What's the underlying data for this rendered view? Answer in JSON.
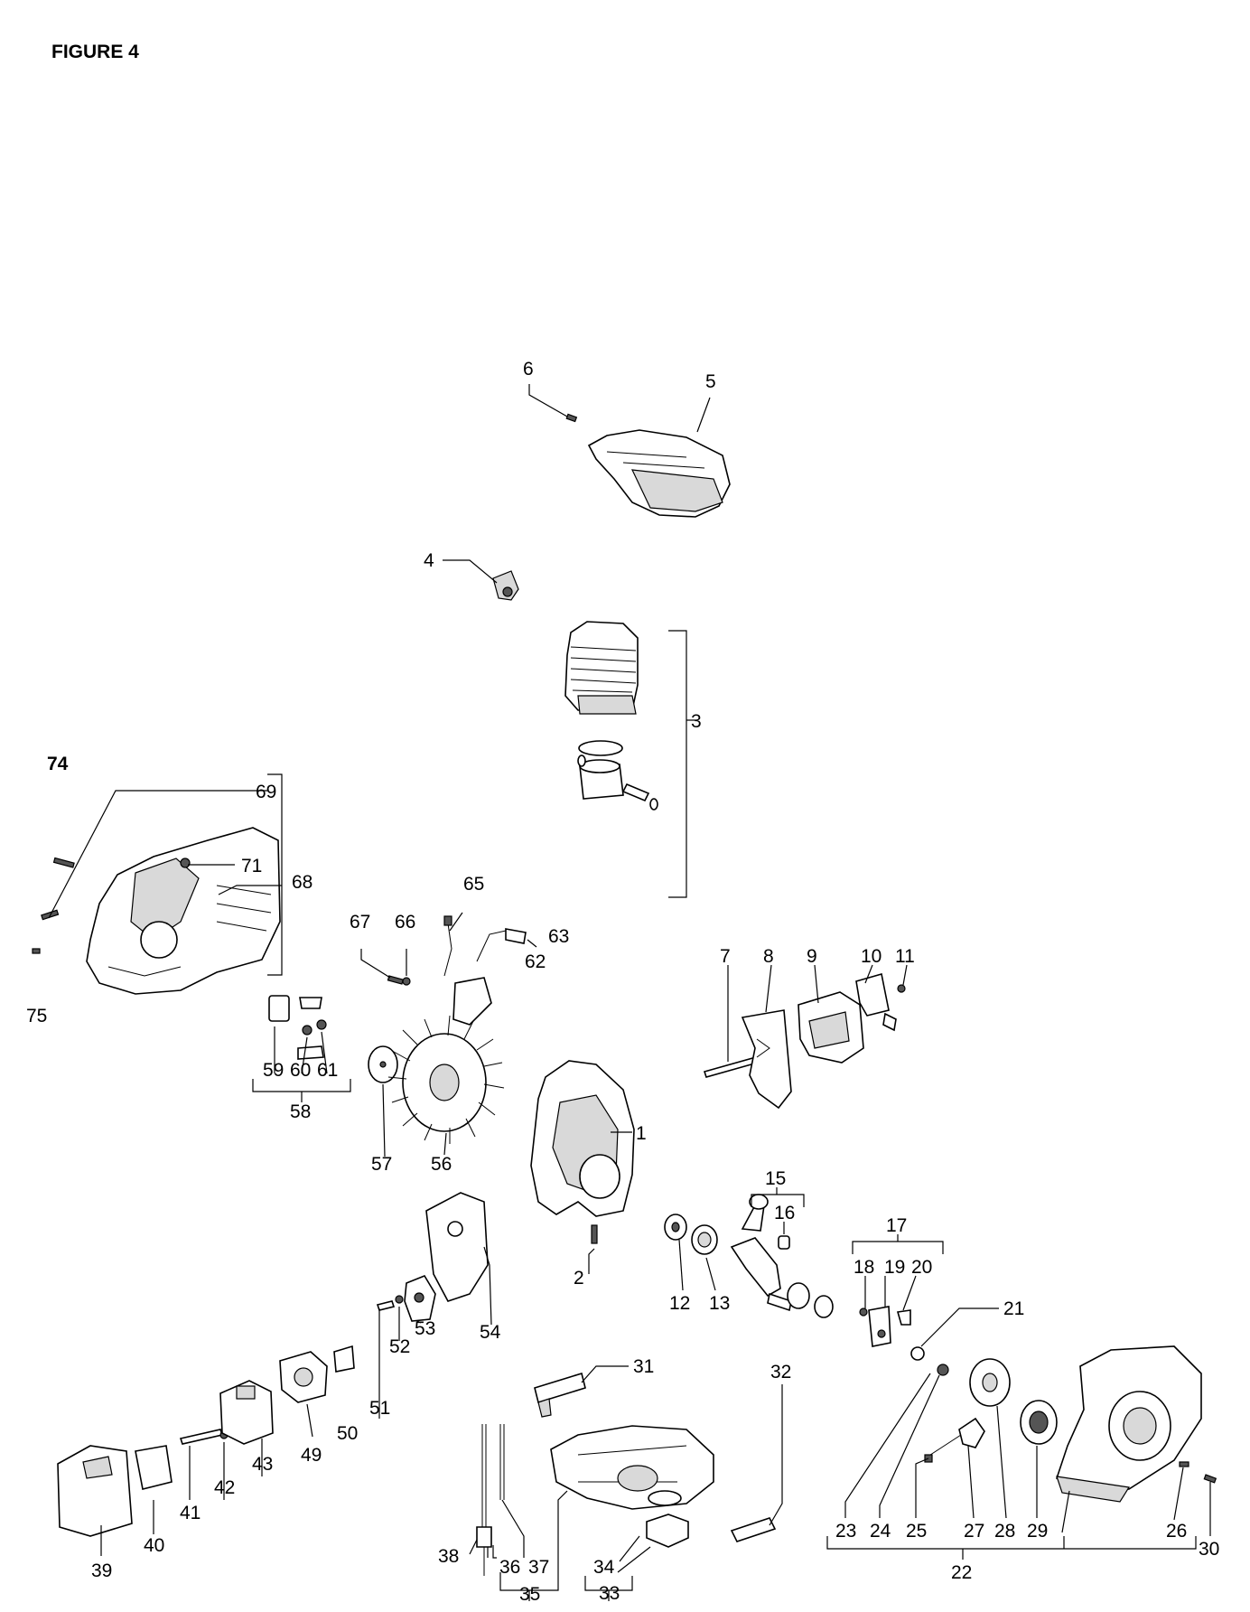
{
  "figure_title": "FIGURE 4",
  "assembly_label": "74",
  "part_numbers": {
    "p1": "1",
    "p2": "2",
    "p3": "3",
    "p4": "4",
    "p5": "5",
    "p6": "6",
    "p7": "7",
    "p8": "8",
    "p9": "9",
    "p10": "10",
    "p11": "11",
    "p12": "12",
    "p13": "13",
    "p15": "15",
    "p16": "16",
    "p17": "17",
    "p18": "18",
    "p19": "19",
    "p20": "20",
    "p21": "21",
    "p22": "22",
    "p23": "23",
    "p24": "24",
    "p25": "25",
    "p26": "26",
    "p27": "27",
    "p28": "28",
    "p29": "29",
    "p30": "30",
    "p31": "31",
    "p32": "32",
    "p33": "33",
    "p34": "34",
    "p35": "35",
    "p36": "36",
    "p37": "37",
    "p38": "38",
    "p39": "39",
    "p40": "40",
    "p41": "41",
    "p42": "42",
    "p43": "43",
    "p49": "49",
    "p50": "50",
    "p51": "51",
    "p52": "52",
    "p53": "53",
    "p54": "54",
    "p56": "56",
    "p57": "57",
    "p58": "58",
    "p59": "59",
    "p60": "60",
    "p61": "61",
    "p62": "62",
    "p63": "63",
    "p65": "65",
    "p66": "66",
    "p67": "67",
    "p68": "68",
    "p69": "69",
    "p71": "71",
    "p75": "75"
  }
}
